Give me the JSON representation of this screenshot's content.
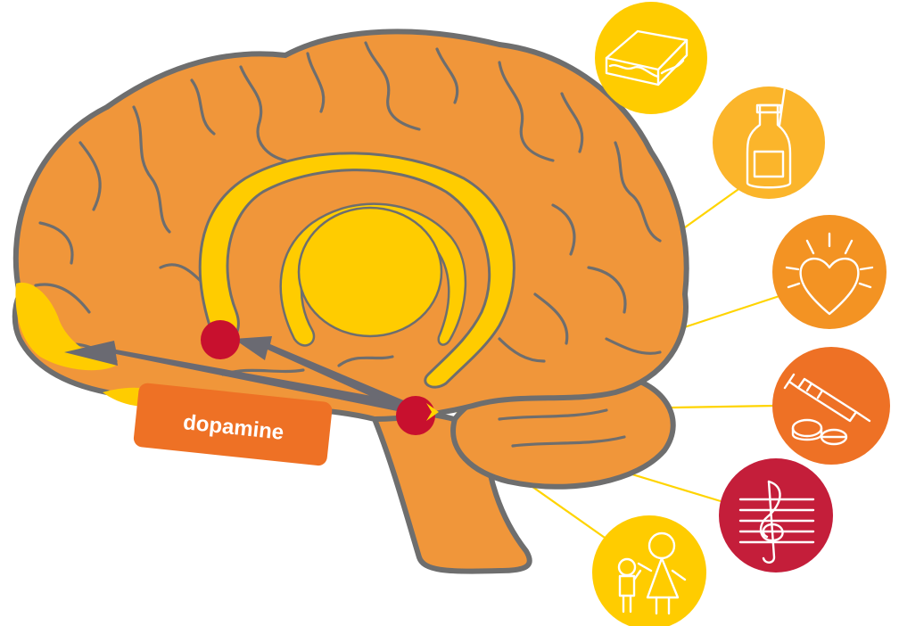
{
  "diagram": {
    "label": "dopamine",
    "colors": {
      "brain_fill": "#F0963A",
      "brain_outline": "#6E6E6E",
      "limbic_yellow": "#FFCC00",
      "node_red": "#C8102E",
      "arrow_gray": "#6A6A72",
      "label_bg": "#EE7125",
      "ray_yellow": "#FFD400"
    },
    "stimuli": [
      {
        "name": "sandwich",
        "icon": "sandwich-icon",
        "color": "#FFCC00"
      },
      {
        "name": "drink",
        "icon": "bottle-icon",
        "color": "#FBB52B"
      },
      {
        "name": "love",
        "icon": "heart-icon",
        "color": "#F39323"
      },
      {
        "name": "drugs",
        "icon": "syringe-pills-icon",
        "color": "#EE7125"
      },
      {
        "name": "music",
        "icon": "treble-clef-icon",
        "color": "#C41E3A"
      },
      {
        "name": "family",
        "icon": "family-icon",
        "color": "#FFCC00"
      }
    ]
  }
}
